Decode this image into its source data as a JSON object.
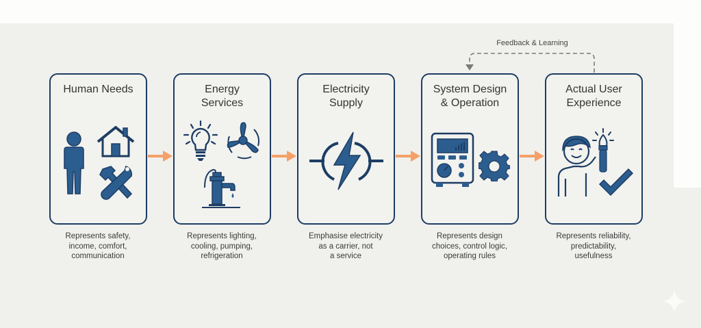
{
  "diagram": {
    "feedback_label": "Feedback & Learning",
    "colors": {
      "box_border": "#1d3d63",
      "icon_fill": "#2c5d8f",
      "arrow": "#f5a068",
      "feedback": "#7a7a7a",
      "text": "#333333"
    },
    "stages": [
      {
        "title_line1": "Human Needs",
        "title_line2": "",
        "icons": [
          "person-icon",
          "house-icon",
          "tools-icon"
        ],
        "caption_line1": "Represents safety,",
        "caption_line2": "income, comfort,",
        "caption_line3": "communication"
      },
      {
        "title_line1": "Energy",
        "title_line2": "Services",
        "icons": [
          "lightbulb-icon",
          "fan-icon",
          "water-pump-icon"
        ],
        "caption_line1": "Represents lighting,",
        "caption_line2": "cooling, pumping,",
        "caption_line3": "refrigeration"
      },
      {
        "title_line1": "Electricity",
        "title_line2": "Supply",
        "icons": [
          "lightning-bolt-icon"
        ],
        "caption_line1": "Emphasise electricity",
        "caption_line2": "as a carrier, not",
        "caption_line3": "a service"
      },
      {
        "title_line1": "System Design",
        "title_line2": "& Operation",
        "icons": [
          "control-panel-icon",
          "gear-icon"
        ],
        "caption_line1": "Represents design",
        "caption_line2": "choices, control logic,",
        "caption_line3": "operating rules"
      },
      {
        "title_line1": "Actual User",
        "title_line2": "Experience",
        "icons": [
          "happy-user-icon",
          "torch-icon",
          "checkmark-icon"
        ],
        "caption_line1": "Represents reliability,",
        "caption_line2": "predictability,",
        "caption_line3": "usefulness"
      }
    ]
  }
}
